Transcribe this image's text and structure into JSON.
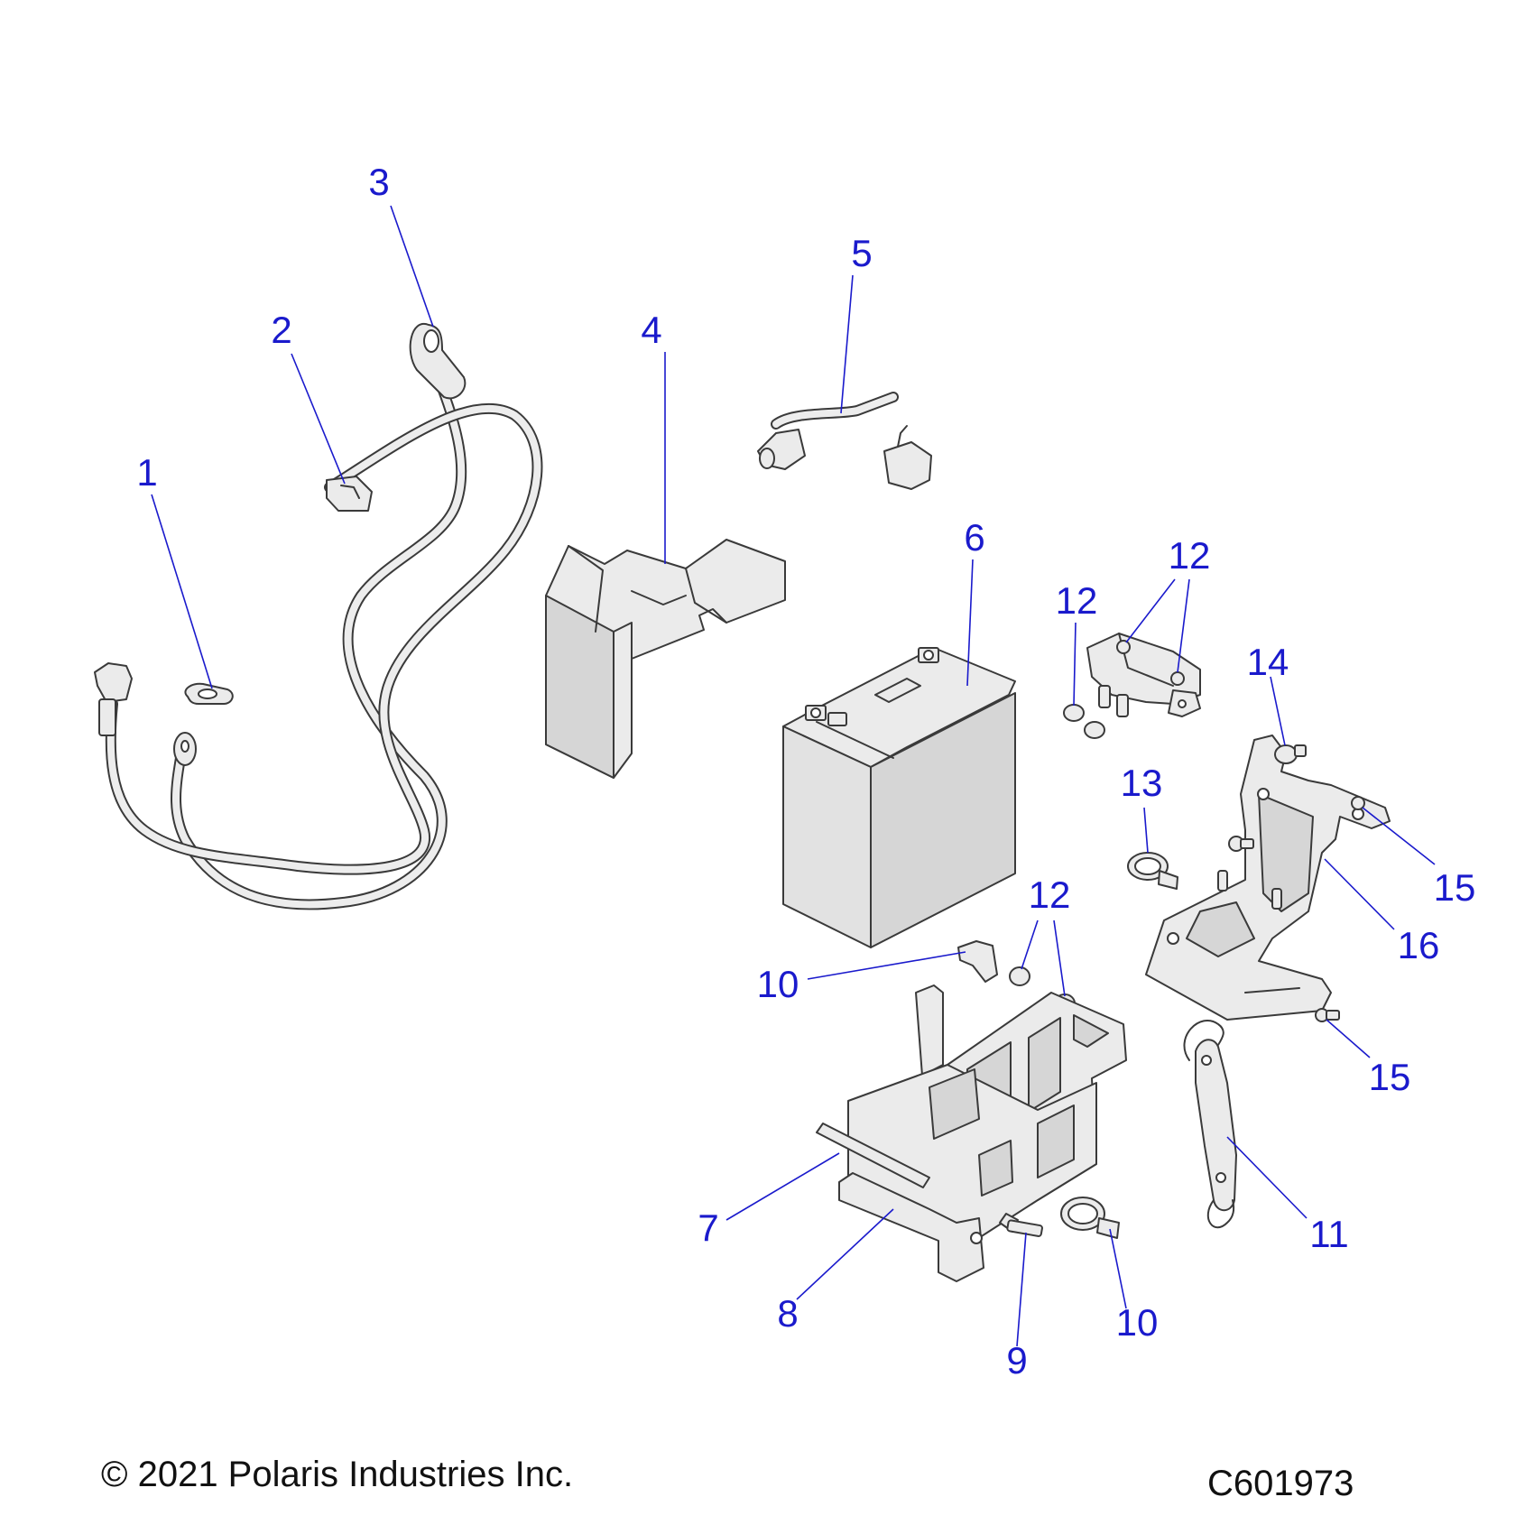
{
  "callouts": [
    {
      "id": "1",
      "label": "1"
    },
    {
      "id": "2",
      "label": "2"
    },
    {
      "id": "3",
      "label": "3"
    },
    {
      "id": "4",
      "label": "4"
    },
    {
      "id": "5",
      "label": "5"
    },
    {
      "id": "6",
      "label": "6"
    },
    {
      "id": "7",
      "label": "7"
    },
    {
      "id": "8",
      "label": "8"
    },
    {
      "id": "9",
      "label": "9"
    },
    {
      "id": "10a",
      "label": "10"
    },
    {
      "id": "10b",
      "label": "10"
    },
    {
      "id": "11",
      "label": "11"
    },
    {
      "id": "12a",
      "label": "12"
    },
    {
      "id": "12b",
      "label": "12"
    },
    {
      "id": "12c",
      "label": "12"
    },
    {
      "id": "13",
      "label": "13"
    },
    {
      "id": "14",
      "label": "14"
    },
    {
      "id": "15a",
      "label": "15"
    },
    {
      "id": "15b",
      "label": "15"
    },
    {
      "id": "16",
      "label": "16"
    }
  ],
  "footer": {
    "copyright": "© 2021 Polaris Industries Inc.",
    "drawing_id": "C601973"
  },
  "colors": {
    "callout": "#1a1acc",
    "outline": "#3a3a3a",
    "fill": "#ebebeb"
  }
}
